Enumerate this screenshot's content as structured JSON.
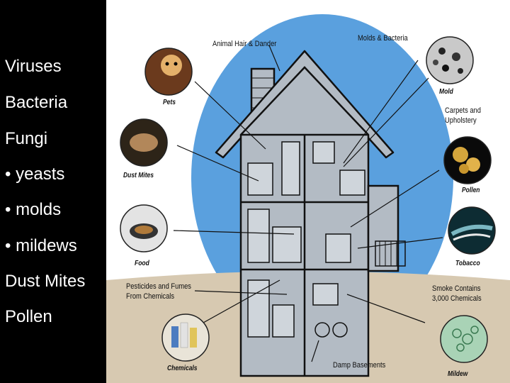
{
  "sidebar": {
    "items": [
      "Viruses",
      "Bacteria",
      "Fungi",
      "• yeasts",
      "• molds",
      "• mildews",
      "Dust Mites",
      "Pollen"
    ]
  },
  "diagram": {
    "labels": {
      "animal_hair": "Animal Hair & Dander",
      "molds_bacteria": "Molds & Bacteria",
      "pets": "Pets",
      "mold": "Mold",
      "carpets_line1": "Carpets and",
      "carpets_line2": "Upholstery",
      "dust_mites": "Dust Mites",
      "pollen": "Pollen",
      "food": "Food",
      "tobacco": "Tobacco",
      "pesticides_line1": "Pesticides and Fumes",
      "pesticides_line2": "From Chemicals",
      "smoke_line1": "Smoke Contains",
      "smoke_line2": "3,000 Chemicals",
      "chemicals": "Chemicals",
      "damp_basements": "Damp Basements",
      "mildew": "Mildew"
    },
    "colors": {
      "sky": "#5aa0de",
      "ground": "#d7c9b1",
      "house": "#b3bbc4",
      "outline": "#111111"
    },
    "icons": [
      "dog-icon",
      "mold-icon",
      "dust-mite-icon",
      "pollen-icon",
      "food-pan-icon",
      "tobacco-icon",
      "chemicals-icon",
      "mildew-icon",
      "house-icon"
    ]
  }
}
